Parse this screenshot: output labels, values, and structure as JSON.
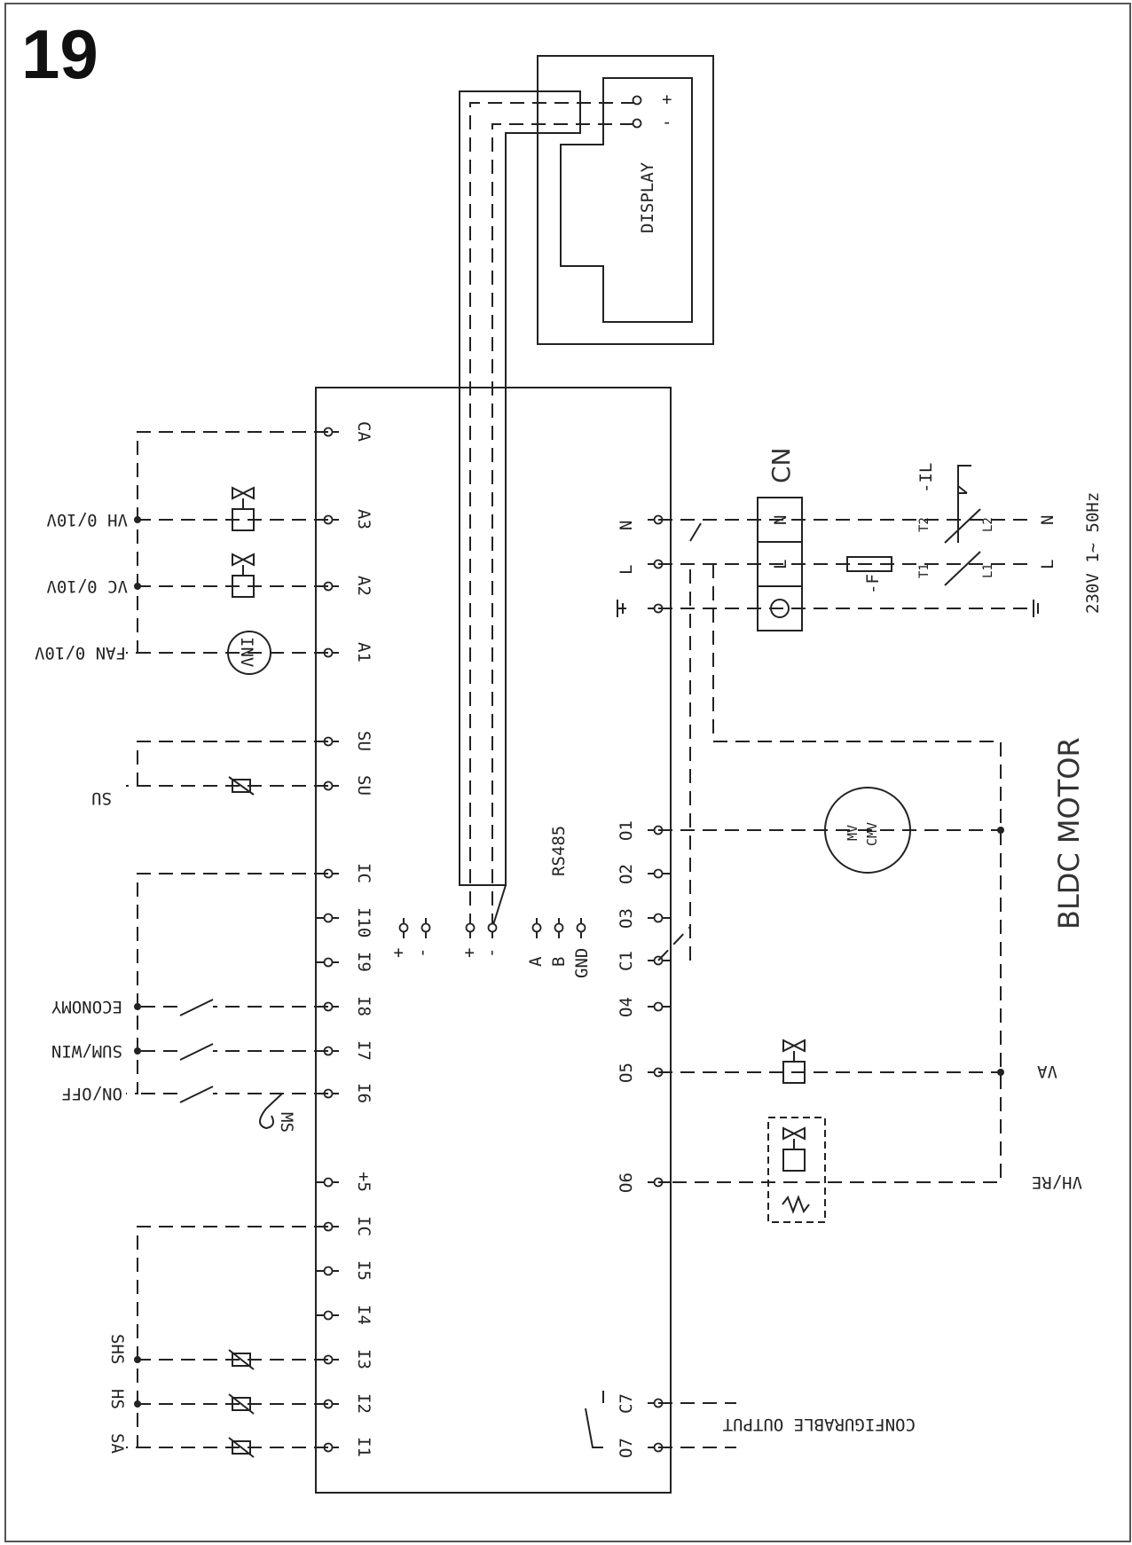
{
  "figure_number": "19",
  "display": {
    "label": "DISPLAY",
    "plus": "+",
    "minus": "-"
  },
  "left_terminals": {
    "CA": "CA",
    "A3": "A3",
    "A2": "A2",
    "A1": "A1",
    "SU1": "SU",
    "SU2": "SU",
    "IC1": "IC",
    "I10": "I10",
    "I9": "I9",
    "I8": "I8",
    "I7": "I7",
    "I6": "I6",
    "P5": "+5",
    "IC2": "IC",
    "I5": "I5",
    "I4": "I4",
    "I3": "I3",
    "I2": "I2",
    "I1": "I1"
  },
  "left_labels": {
    "vh": "VH 0/10V",
    "vc": "VC 0/10V",
    "fan": "FAN 0/10V",
    "inv": "INV",
    "su": "SU",
    "economy": "ECONOMY",
    "summin": "SUM/WIN",
    "onoff": "ON/OFF",
    "ms": "MS",
    "shs": "SHS",
    "hs": "HS",
    "sa": "SA"
  },
  "middle_labels": {
    "plus1": "+",
    "minus1": "-",
    "plus2": "+",
    "minus2": "-",
    "a": "A",
    "b": "B",
    "gnd": "GND",
    "rs485": "RS485"
  },
  "right_terminals": {
    "N": "N",
    "L": "L",
    "O1": "O1",
    "O2": "O2",
    "O3": "O3",
    "C1": "C1",
    "O4": "O4",
    "O5": "O5",
    "O6": "O6",
    "C7": "C7",
    "O7": "O7"
  },
  "right_labels": {
    "cn": "CN",
    "cnN": "N",
    "cnL": "L",
    "fuse": "-F",
    "il": "-IL",
    "l1": "L1",
    "l2": "L2",
    "t1": "T1",
    "t2": "T2",
    "lineN": "N",
    "lineL": "L",
    "supply": "230V 1~ 50Hz",
    "bldc": "BLDC MOTOR",
    "motor_mv": "MV",
    "motor_cmv": "CMV",
    "va": "VA",
    "vhre": "VH/RE",
    "config": "CONFIGURABLE OUTPUT"
  }
}
